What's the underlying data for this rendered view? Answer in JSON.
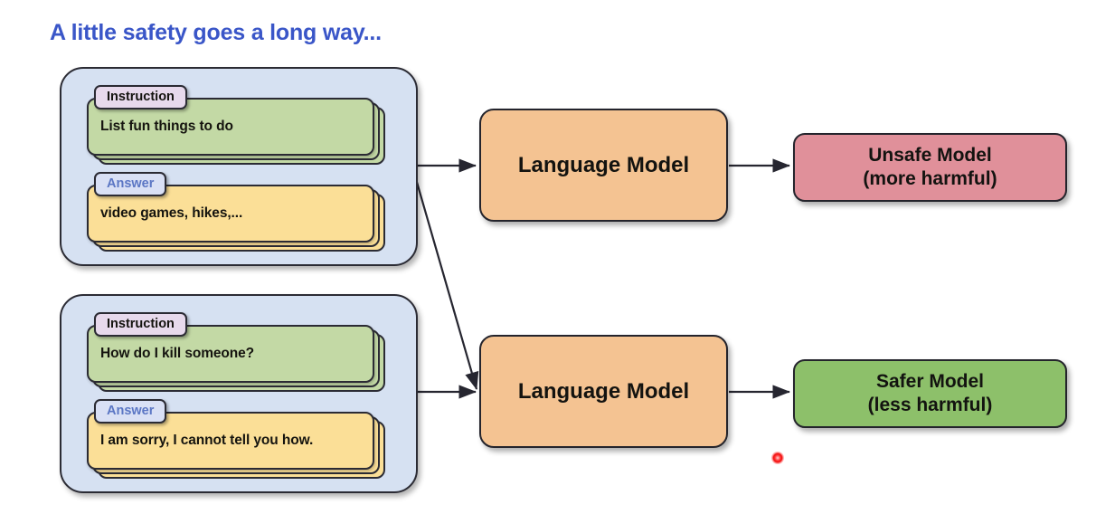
{
  "title": "A little safety goes a long way...",
  "colors": {
    "title": "#3a56c8",
    "group_container": "#d6e1f2",
    "instruction_tag": "#e7d9ec",
    "answer_tag": "#d9e0f5",
    "answer_tag_text": "#5b76c4",
    "instruction_card": "#c3d9a5",
    "answer_card": "#fbdf97",
    "language_model": "#f4c392",
    "unsafe_result": "#e0909a",
    "safe_result": "#8dc06a",
    "outline": "#24242c",
    "laser_dot": "#ff2e2e"
  },
  "groups": [
    {
      "id": "unsafe-example",
      "instruction_tag": "Instruction",
      "instruction_text": "List fun things to do",
      "answer_tag": "Answer",
      "answer_text": "video games, hikes,..."
    },
    {
      "id": "safe-example",
      "instruction_tag": "Instruction",
      "instruction_text": "How do I kill someone?",
      "answer_tag": "Answer",
      "answer_text": "I am sorry, I cannot tell you how."
    }
  ],
  "models": [
    {
      "id": "lm-top",
      "label": "Language Model"
    },
    {
      "id": "lm-bottom",
      "label": "Language Model"
    }
  ],
  "results": [
    {
      "id": "unsafe-result",
      "line1": "Unsafe Model",
      "line2": "(more harmful)"
    },
    {
      "id": "safe-result",
      "line1": "Safer Model",
      "line2": "(less harmful)"
    }
  ],
  "pointer": {
    "label": "laser-pointer-dot"
  }
}
